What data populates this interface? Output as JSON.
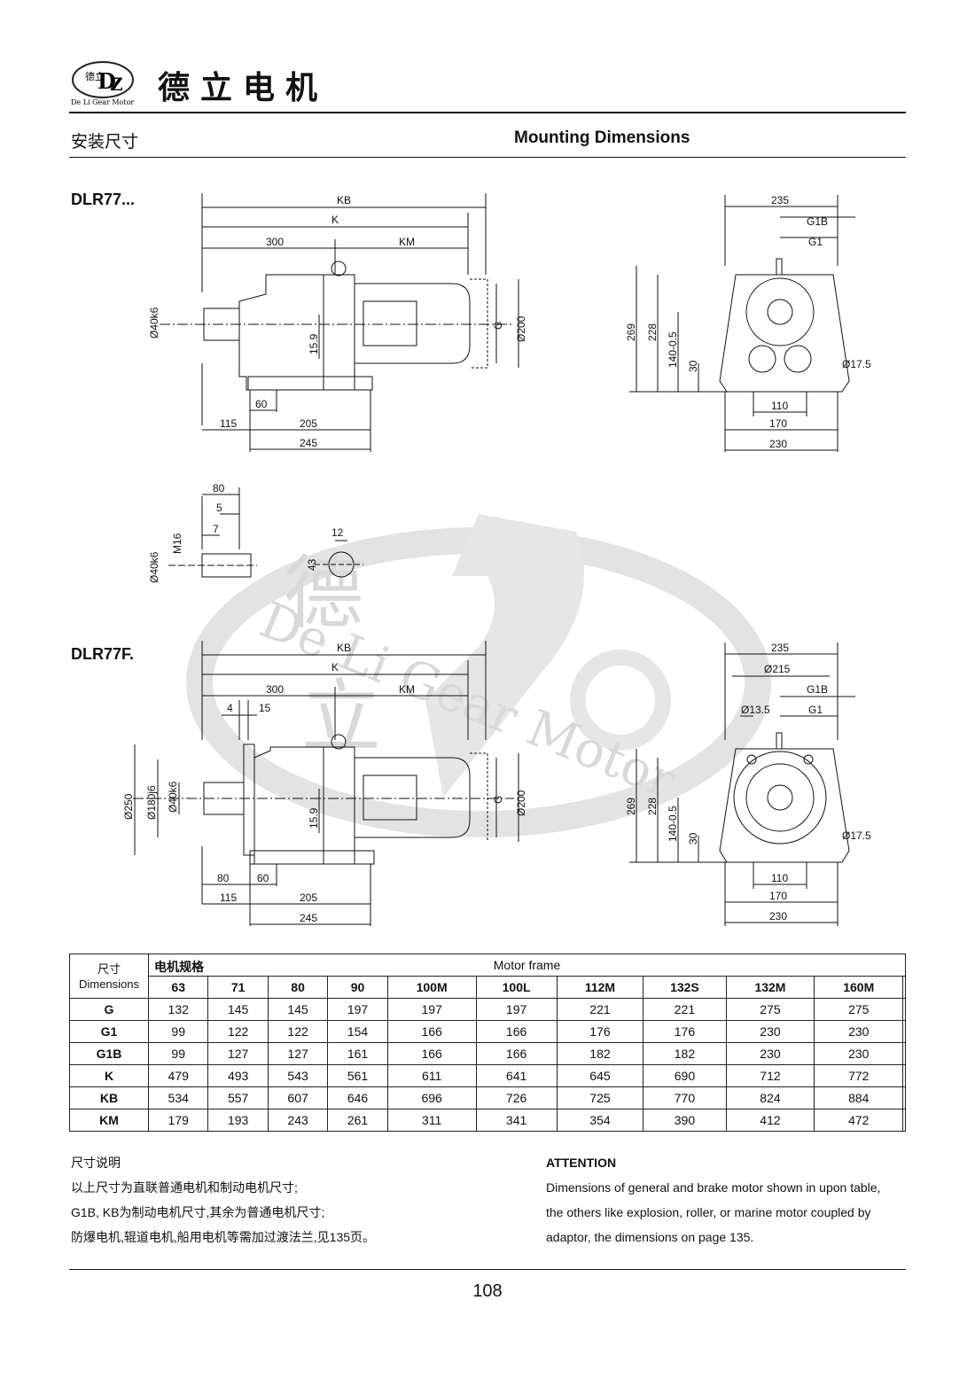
{
  "header": {
    "brand_name": "德立电机",
    "logo_text_cn": "德立",
    "logo_text_en": "De Li Gear Motor"
  },
  "section": {
    "title_cn": "安装尺寸",
    "title_en": "Mounting Dimensions"
  },
  "drawing1": {
    "model": "DLR77...",
    "labels": {
      "KB": "KB",
      "K": "K",
      "d300": "300",
      "KM": "KM",
      "shaft": "Ø40k6",
      "d159": "15.9",
      "G": "G",
      "d200": "Ø200",
      "d60": "60",
      "d115": "115",
      "d205": "205",
      "d245": "245"
    }
  },
  "side1": {
    "labels": {
      "d235": "235",
      "G1B": "G1B",
      "G1": "G1",
      "d269": "269",
      "d228": "228",
      "d140": "140-0.5",
      "d30": "30",
      "d175": "Ø17.5",
      "d110": "110",
      "d170": "170",
      "d230": "230"
    }
  },
  "shaft_detail": {
    "labels": {
      "d80": "80",
      "d5": "5",
      "d7": "7",
      "M16": "M16",
      "shaft": "Ø40k6",
      "d12": "12",
      "d43": "43"
    }
  },
  "drawing2": {
    "model": "DLR77F.",
    "labels": {
      "KB": "KB",
      "K": "K",
      "d300": "300",
      "KM": "KM",
      "d4": "4",
      "d15": "15",
      "d250": "Ø250",
      "d180": "Ø180j6",
      "shaft": "Ø40k6",
      "d159": "15.9",
      "G": "G",
      "d200": "Ø200",
      "d80": "80",
      "d60": "60",
      "d115": "115",
      "d205": "205",
      "d245": "245"
    }
  },
  "side2": {
    "labels": {
      "d235": "235",
      "d215": "Ø215",
      "G1B": "G1B",
      "d135": "Ø13.5",
      "G1": "G1",
      "d269": "269",
      "d228": "228",
      "d140": "140-0.5",
      "d30": "30",
      "d175": "Ø17.5",
      "d110": "110",
      "d170": "170",
      "d230": "230"
    }
  },
  "watermark": {
    "cn1": "德",
    "cn2": "立",
    "en": "De Li Gear Motor"
  },
  "table": {
    "corner_cn": "尺寸",
    "corner_en": "Dimensions",
    "frame_cn": "电机规格",
    "frame_en": "Motor frame",
    "frames": [
      "63",
      "71",
      "80",
      "90",
      "100M",
      "100L",
      "112M",
      "132S",
      "132M",
      "160M"
    ],
    "rows": [
      {
        "name": "G",
        "values": [
          "132",
          "145",
          "145",
          "197",
          "197",
          "197",
          "221",
          "221",
          "275",
          "275"
        ]
      },
      {
        "name": "G1",
        "values": [
          "99",
          "122",
          "122",
          "154",
          "166",
          "166",
          "176",
          "176",
          "230",
          "230"
        ]
      },
      {
        "name": "G1B",
        "values": [
          "99",
          "127",
          "127",
          "161",
          "166",
          "166",
          "182",
          "182",
          "230",
          "230"
        ]
      },
      {
        "name": "K",
        "values": [
          "479",
          "493",
          "543",
          "561",
          "611",
          "641",
          "645",
          "690",
          "712",
          "772"
        ]
      },
      {
        "name": "KB",
        "values": [
          "534",
          "557",
          "607",
          "646",
          "696",
          "726",
          "725",
          "770",
          "824",
          "884"
        ]
      },
      {
        "name": "KM",
        "values": [
          "179",
          "193",
          "243",
          "261",
          "311",
          "341",
          "354",
          "390",
          "412",
          "472"
        ]
      }
    ]
  },
  "notes_cn": {
    "title": "尺寸说明",
    "line1": "以上尺寸为直联普通电机和制动电机尺寸;",
    "line2": "G1B, KB为制动电机尺寸,其余为普通电机尺寸;",
    "line3": "防爆电机,辊道电机,船用电机等需加过渡法兰,见135页。"
  },
  "notes_en": {
    "title": "ATTENTION",
    "line1": "Dimensions of general and brake motor shown in upon table,",
    "line2": "the others like explosion, roller, or marine motor coupled by",
    "line3": "adaptor, the dimensions on page 135."
  },
  "page_number": "108"
}
